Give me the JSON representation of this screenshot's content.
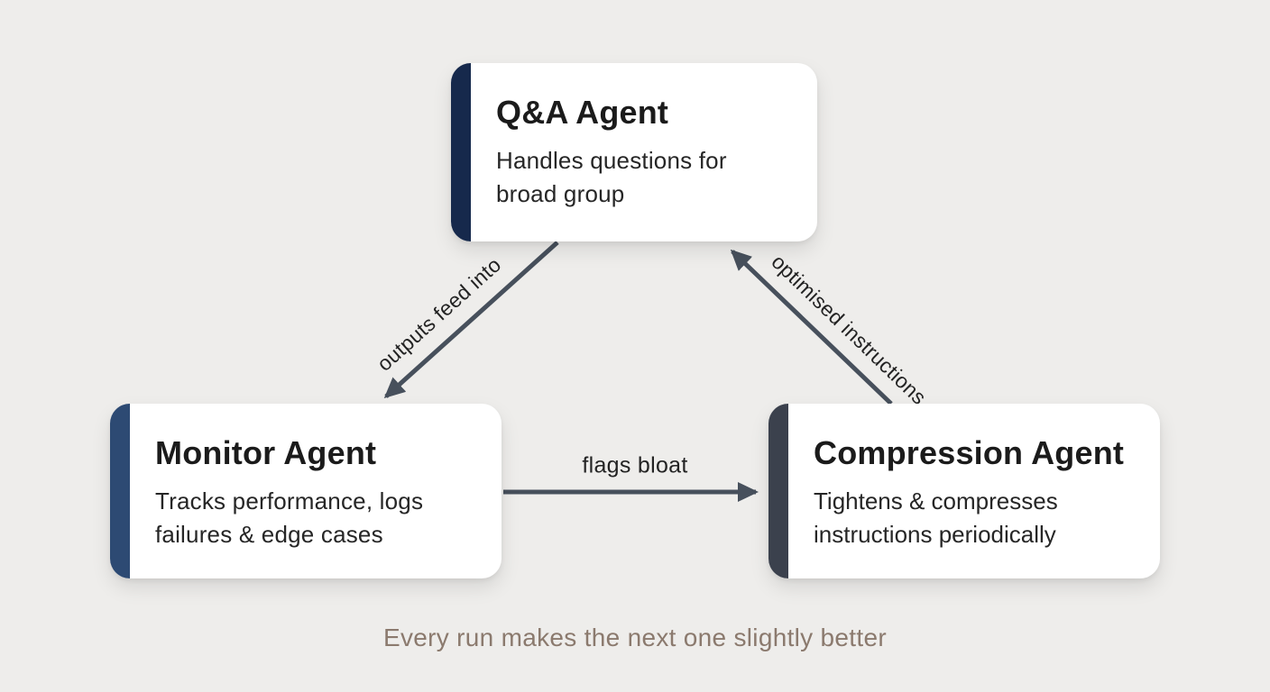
{
  "diagram": {
    "caption": "Every run makes the next one slightly better",
    "cards": [
      {
        "id": "qa-agent",
        "title": "Q&A Agent",
        "description": "Handles questions for broad group",
        "accent_color": "#16294c"
      },
      {
        "id": "monitor-agent",
        "title": "Monitor Agent",
        "description": "Tracks performance, logs failures & edge cases",
        "accent_color": "#2d4a73"
      },
      {
        "id": "compression-agent",
        "title": "Compression Agent",
        "description": "Tightens & compresses instructions periodically",
        "accent_color": "#3b414d"
      }
    ],
    "arrows": [
      {
        "from": "qa-agent",
        "to": "monitor-agent",
        "label": "outputs feed into"
      },
      {
        "from": "monitor-agent",
        "to": "compression-agent",
        "label": "flags bloat"
      },
      {
        "from": "compression-agent",
        "to": "qa-agent",
        "label": "optimised instructions"
      }
    ]
  },
  "colors": {
    "background": "#eeedeb",
    "card_background": "#ffffff",
    "arrow": "#47505c",
    "title_text": "#1b1b1b",
    "body_text": "#262626",
    "caption_text": "#8b7a6e"
  }
}
